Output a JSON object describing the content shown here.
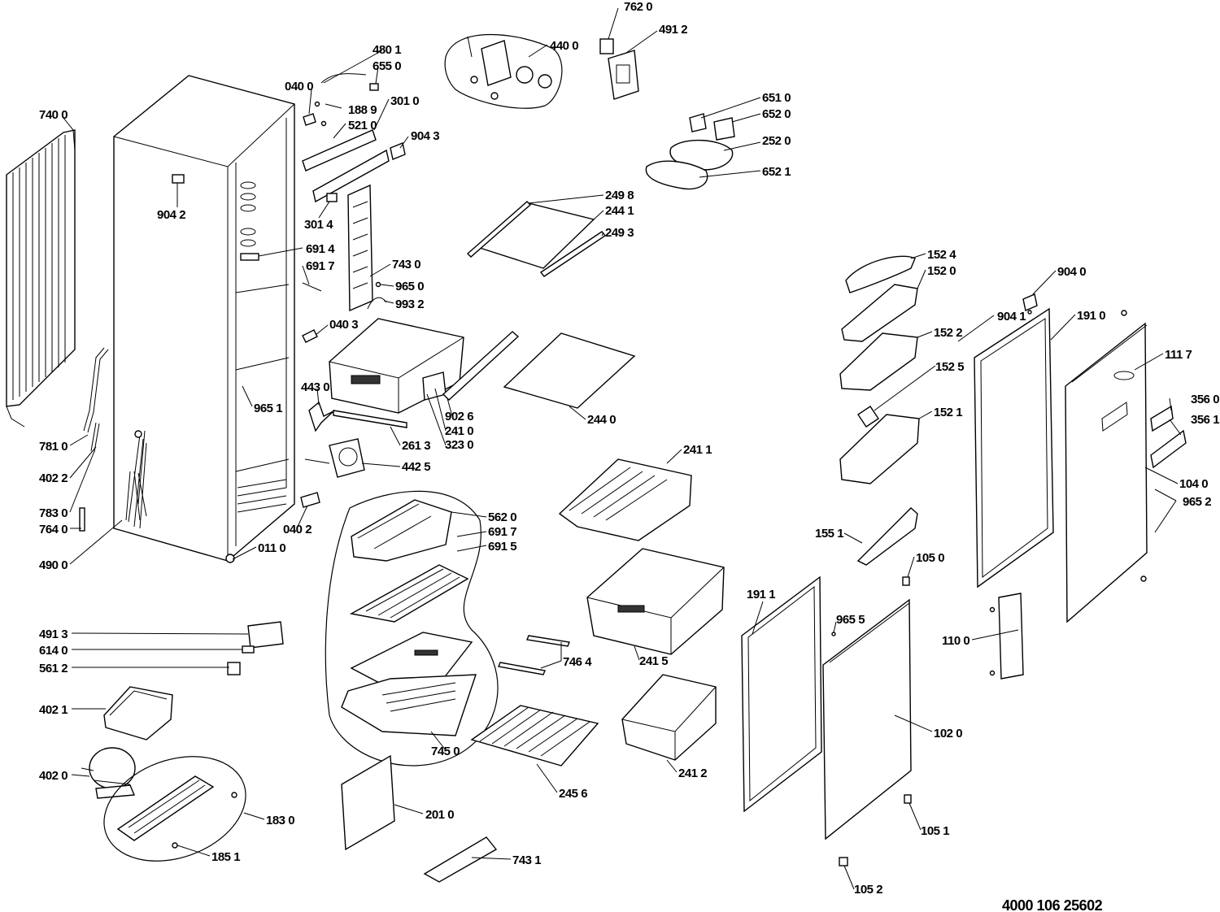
{
  "document_number": "4000 106 25602",
  "labels": {
    "l7400": "740 0",
    "l9042": "904 2",
    "l4801": "480 1",
    "l6550": "655 0",
    "l0400": "040 0",
    "l1889": "188 9",
    "l3010": "301 0",
    "l5210": "521 0",
    "l9043": "904 3",
    "l3014": "301 4",
    "l6914": "691 4",
    "l6917a": "691 7",
    "l7430": "743 0",
    "l9650": "965 0",
    "l9932": "993 2",
    "l0403": "040 3",
    "l4430": "443 0",
    "l9651": "965 1",
    "l7810": "781 0",
    "l4022": "402 2",
    "l7830": "783 0",
    "l7640": "764 0",
    "l4900": "490 0",
    "l0110": "011 0",
    "l0402": "040 2",
    "l4913": "491 3",
    "l6140": "614 0",
    "l5612": "561 2",
    "l4021": "402 1",
    "l4020": "402 0",
    "l1830": "183 0",
    "l1851": "185 1",
    "l4400": "440 0",
    "l7620": "762 0",
    "l4912": "491 2",
    "l6510": "651 0",
    "l6520": "652 0",
    "l2520": "252 0",
    "l6521": "652 1",
    "l2498": "249 8",
    "l2441": "244 1",
    "l2493": "249 3",
    "l9026": "902 6",
    "l2410": "241 0",
    "l3230": "323 0",
    "l2613": "261 3",
    "l4425": "442 5",
    "l2440": "244 0",
    "l5620": "562 0",
    "l6917b": "691 7",
    "l6915": "691 5",
    "l2411": "241 1",
    "l2415": "241 5",
    "l7464": "746 4",
    "l7450": "745  0",
    "l2456": "245 6",
    "l2412": "241 2",
    "l2010": "201 0",
    "l7431": "743 1",
    "l1524": "152 4",
    "l1520": "152 0",
    "l1522": "152 2",
    "l1525": "152 5",
    "l1521": "152 1",
    "l1551": "155 1",
    "l9040": "904 0",
    "l9041": "904 1",
    "l1910": "191 0",
    "l1117": "111 7",
    "l3560": "356 0",
    "l3561": "356 1",
    "l1040": "104 0",
    "l9652": "965 2",
    "l1050": "105 0",
    "l1911": "191 1",
    "l9655": "965 5",
    "l1100": "110 0",
    "l1020": "102 0",
    "l1051": "105 1",
    "l1052": "105 2"
  }
}
